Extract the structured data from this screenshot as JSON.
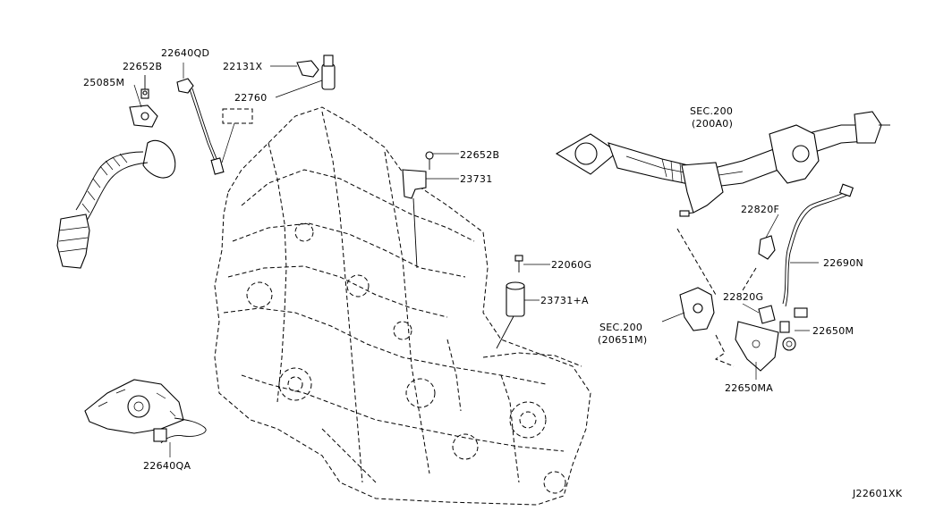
{
  "diagram_id": "J22601XK",
  "labels": {
    "p22640QD": "22640QD",
    "p22652B_top": "22652B",
    "p25085M": "25085M",
    "p22131X": "22131X",
    "p22760": "22760",
    "p22652B_mid": "22652B",
    "p23731": "23731",
    "p22060G": "22060G",
    "p23731A": "23731+A",
    "p22640QA": "22640QA",
    "sec200_a_line1": "SEC.200",
    "sec200_a_line2": "(200A0)",
    "p22820F": "22820F",
    "p22690N": "22690N",
    "p22820G": "22820G",
    "sec200_b_line1": "SEC.200",
    "sec200_b_line2": "(20651M)",
    "p22650M": "22650M",
    "p22650MA": "22650MA"
  }
}
